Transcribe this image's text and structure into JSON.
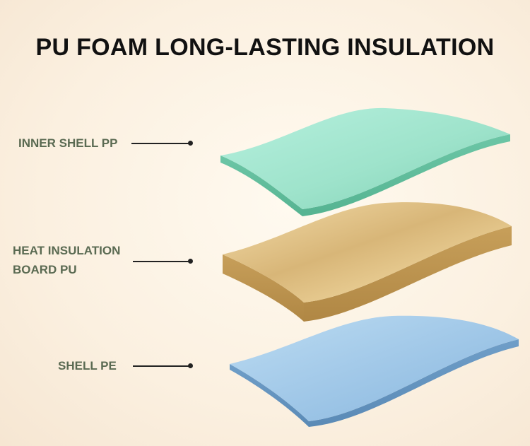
{
  "title": "PU FOAM LONG-LASTING INSULATION",
  "layers": [
    {
      "label_lines": [
        "INNER SHELL PP"
      ],
      "color": "#a8ead6"
    },
    {
      "label_lines": [
        "HEAT INSULATION",
        "BOARD PU"
      ],
      "color": "#e6cc96"
    },
    {
      "label_lines": [
        "SHELL PE"
      ],
      "color": "#a4cae8"
    }
  ]
}
